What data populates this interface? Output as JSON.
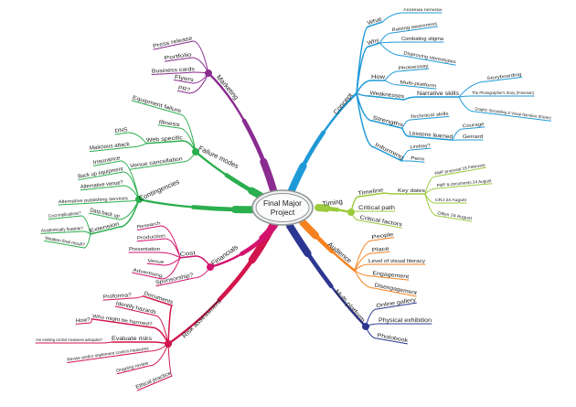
{
  "center": {
    "title_line1": "Final Major",
    "title_line2": "Project"
  },
  "branches": [
    {
      "label": "Concept",
      "color": "#1F9AD7",
      "children": [
        {
          "label": "What",
          "children": [
            {
              "label": "Anorexia nervosa"
            }
          ]
        },
        {
          "label": "Why",
          "children": [
            {
              "label": "Raising awareness"
            },
            {
              "label": "Combating stigma"
            },
            {
              "label": "Disproving stereotypes"
            }
          ]
        },
        {
          "label": "How",
          "children": [
            {
              "label": "Photoessay"
            },
            {
              "label": "Multi-platform"
            }
          ]
        },
        {
          "label": "Weaknesses",
          "children": [
            {
              "label": "Narrative skills",
              "children": [
                {
                  "label": "Storyboarding"
                },
                {
                  "label": "The Photographer's Story (Freeman)"
                },
                {
                  "label": "Graphic Storytelling & Visual Narrative (Eisner)"
                }
              ]
            }
          ]
        },
        {
          "label": "Strengths",
          "children": [
            {
              "label": "Technical skills"
            },
            {
              "label": "Lessons learned",
              "children": [
                {
                  "label": "Courage"
                },
                {
                  "label": "Gerrard"
                }
              ]
            }
          ]
        },
        {
          "label": "Informing",
          "children": [
            {
              "label": "Lindsay?"
            },
            {
              "label": "Penn"
            }
          ]
        }
      ]
    },
    {
      "label": "Timing",
      "color": "#9BCB3C",
      "children": [
        {
          "label": "Timeline",
          "children": [
            {
              "label": "Key dates",
              "children": [
                {
                  "label": "FMP proposal 19 February"
                },
                {
                  "label": "FMP & documents 24 August"
                },
                {
                  "label": "CRJ 24 August"
                },
                {
                  "label": "OByn 24 August"
                }
              ]
            }
          ]
        },
        {
          "label": "Critical path"
        },
        {
          "label": "Critical factors"
        }
      ]
    },
    {
      "label": "Audience",
      "color": "#F5821F",
      "children": [
        {
          "label": "People"
        },
        {
          "label": "Place"
        },
        {
          "label": "Level of visual literacy"
        },
        {
          "label": "Engagement"
        },
        {
          "label": "Disengagement"
        }
      ]
    },
    {
      "label": "Multi-platform",
      "color": "#2C3792",
      "children": [
        {
          "label": "Online gallery"
        },
        {
          "label": "Physical exhibition"
        },
        {
          "label": "Photobook"
        }
      ]
    },
    {
      "label": "Risk assessment",
      "color": "#D2154B",
      "children": [
        {
          "label": "Documents",
          "children": [
            {
              "label": "Proforma?"
            }
          ]
        },
        {
          "label": "Identify hazards"
        },
        {
          "label": "Who might be harmed?",
          "children": [
            {
              "label": "How?"
            }
          ]
        },
        {
          "label": "Evaluate risks",
          "children": [
            {
              "label": "Are existing control measures adequate?"
            }
          ]
        },
        {
          "label": "Revise and/or implement control measures"
        },
        {
          "label": "Ongoing review"
        },
        {
          "label": "Ethical practice"
        }
      ]
    },
    {
      "label": "Financials",
      "color": "#D2136E",
      "children": [
        {
          "label": "Cost",
          "children": [
            {
              "label": "Research"
            },
            {
              "label": "Production"
            },
            {
              "label": "Presentation"
            },
            {
              "label": "Venue"
            },
            {
              "label": "Advertising"
            }
          ]
        },
        {
          "label": "Sponsorship?"
        }
      ]
    },
    {
      "label": "Contingencies",
      "color": "#2BAE4E",
      "children": [
        {
          "label": "Insurance"
        },
        {
          "label": "Back up equipment"
        },
        {
          "label": "Alternative venue?"
        },
        {
          "label": "Alternative publishing services"
        },
        {
          "label": "Data back up"
        },
        {
          "label": "Extension",
          "children": [
            {
              "label": "Cost implications?"
            },
            {
              "label": "Academically feasible?"
            },
            {
              "label": "Weaken final result?"
            }
          ]
        }
      ]
    },
    {
      "label": "Failure modes",
      "color": "#2BAE4E",
      "children": [
        {
          "label": "Equipment failure"
        },
        {
          "label": "Illness"
        },
        {
          "label": "Web specific",
          "children": [
            {
              "label": "DNS"
            },
            {
              "label": "Malicious attack"
            }
          ]
        },
        {
          "label": "Venue cancellation"
        }
      ]
    },
    {
      "label": "Marketing",
      "color": "#8A2C90",
      "children": [
        {
          "label": "Press release"
        },
        {
          "label": "Portfolio"
        },
        {
          "label": "Business cards"
        },
        {
          "label": "Flyers"
        },
        {
          "label": "PR?"
        }
      ]
    }
  ]
}
